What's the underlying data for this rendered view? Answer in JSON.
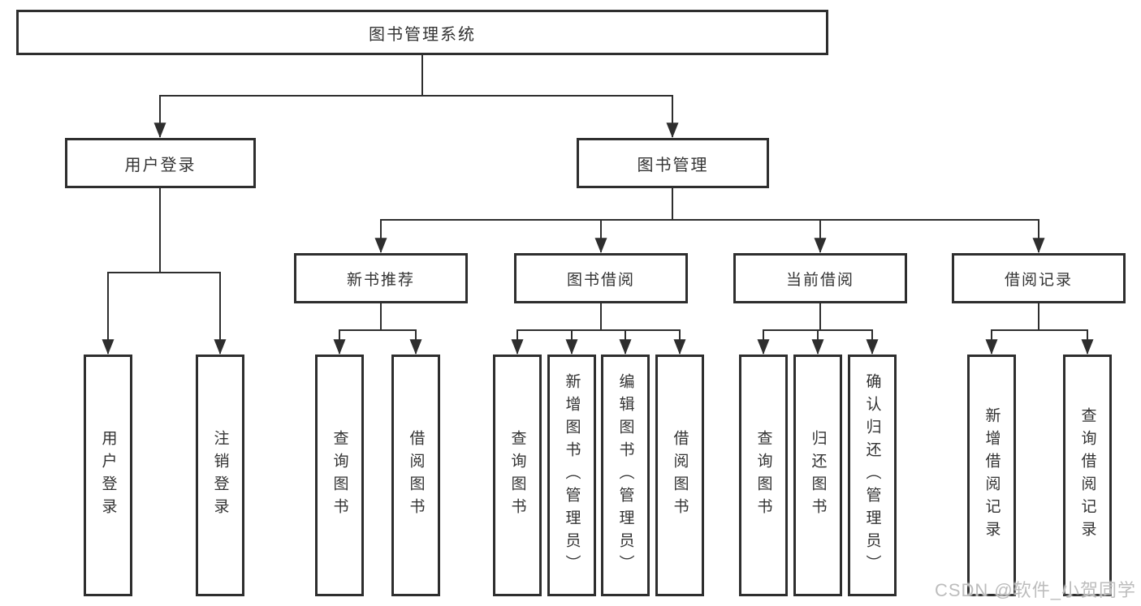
{
  "diagram_title": "图书管理系统",
  "watermark": "CSDN @软件_小贺同学",
  "colors": {
    "line": "#2e2e2e",
    "box_border": "#2e2e2e",
    "text": "#333333",
    "background": "#ffffff",
    "watermark": "#bdbdbd"
  },
  "tree": {
    "root": {
      "label": "图书管理系统"
    },
    "branches": [
      {
        "label": "用户登录",
        "children": [
          {
            "label": "用户登录"
          },
          {
            "label": "注销登录"
          }
        ]
      },
      {
        "label": "图书管理",
        "children": [
          {
            "label": "新书推荐",
            "children": [
              {
                "label": "查询图书"
              },
              {
                "label": "借阅图书"
              }
            ]
          },
          {
            "label": "图书借阅",
            "children": [
              {
                "label": "查询图书"
              },
              {
                "label": "新增图书（管理员）"
              },
              {
                "label": "编辑图书（管理员）"
              },
              {
                "label": "借阅图书"
              }
            ]
          },
          {
            "label": "当前借阅",
            "children": [
              {
                "label": "查询图书"
              },
              {
                "label": "归还图书"
              },
              {
                "label": "确认归还（管理员）"
              }
            ]
          },
          {
            "label": "借阅记录",
            "children": [
              {
                "label": "新增借阅记录"
              },
              {
                "label": "查询借阅记录"
              }
            ]
          }
        ]
      }
    ]
  }
}
